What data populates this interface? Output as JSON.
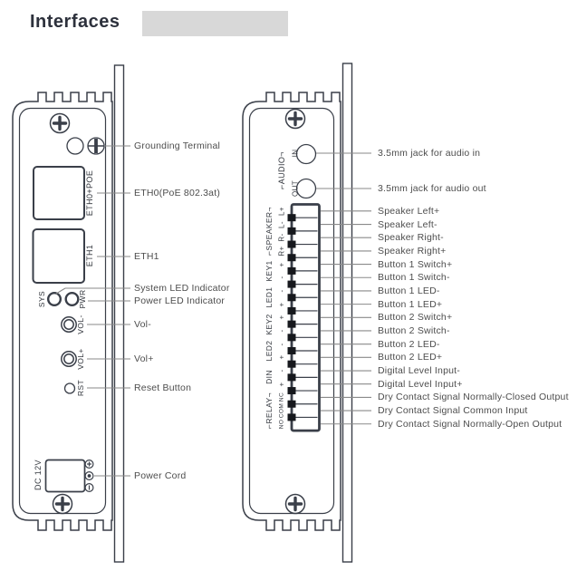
{
  "header": {
    "title": "Interfaces"
  },
  "left_device": {
    "markings": {
      "eth0": "ETH0+POE",
      "eth1": "ETH1",
      "sys": "SYS",
      "pwr": "PWR",
      "vol_minus": "VOL-",
      "vol_plus": "VOL+",
      "reset": "RST",
      "dc_power": "DC 12V"
    },
    "callouts": [
      "Grounding Terminal",
      "ETH0(PoE 802.3at)",
      "ETH1",
      "System LED Indicator",
      "Power LED Indicator",
      "Vol-",
      "Vol+",
      "Reset Button",
      "Power Cord"
    ]
  },
  "right_device": {
    "markings": {
      "audio_group": "⌐AUDIO¬",
      "audio_in": "IN",
      "audio_out": "OUT",
      "groups": [
        "⌐SPEAKER¬",
        "KEY1",
        "LED1",
        "KEY2",
        "LED2",
        "DIN",
        "⌐RELAY¬"
      ],
      "pins": [
        "L+",
        "L-",
        "R-",
        "R+",
        "+",
        "-",
        "-",
        "+",
        "+",
        "-",
        "-",
        "+",
        "-",
        "+",
        "NC",
        "COM",
        "NO"
      ]
    },
    "callouts": [
      "3.5mm jack for audio in",
      "3.5mm jack for audio out",
      "Speaker Left+",
      "Speaker Left-",
      "Speaker Right-",
      "Speaker Right+",
      "Button 1 Switch+",
      "Button 1 Switch-",
      "Button 1 LED-",
      "Button 1 LED+",
      "Button 2 Switch+",
      "Button 2 Switch-",
      "Button 2 LED-",
      "Button 2 LED+",
      "Digital Level Input-",
      "Digital Level Input+",
      "Dry Contact Signal Normally-Closed Output",
      "Dry Contact Signal Common Input",
      "Dry Contact Signal Normally-Open Output"
    ]
  },
  "colors": {
    "outline": "#3a3f49",
    "leader": "#8a8a8a",
    "label": "#4d4d4d",
    "header_bar": "#d8d8d8",
    "header_text": "#2d313c",
    "pin": "#16181d"
  }
}
